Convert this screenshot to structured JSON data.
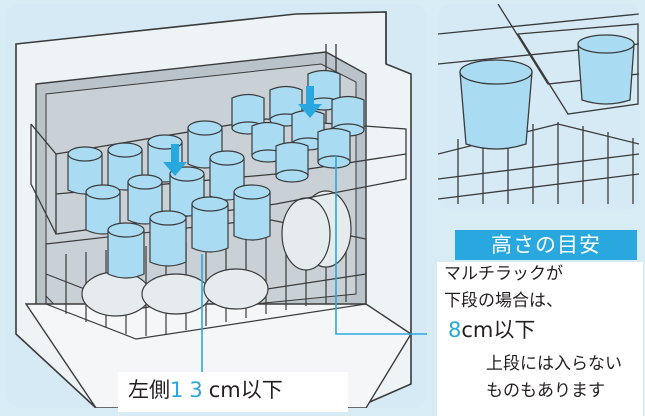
{
  "side_callout": {
    "badge": "高さの目安",
    "line1": "マルチラックが",
    "line2": "下段の場合は、",
    "height_number": "8",
    "height_unit": "cm以下",
    "sub1": "上段には入らない",
    "sub2": "ものもあります"
  },
  "left_callout": {
    "prefix": "左側",
    "number": "13",
    "unit": "cm以下"
  },
  "colors": {
    "accent": "#29a8df",
    "background": "#d6eaf5",
    "cup_fill": "#a9dcf2",
    "line": "#3b3b3b"
  },
  "icons": [
    "dishwasher-illustration",
    "down-arrow-icon",
    "cup-icon",
    "leader-line"
  ]
}
